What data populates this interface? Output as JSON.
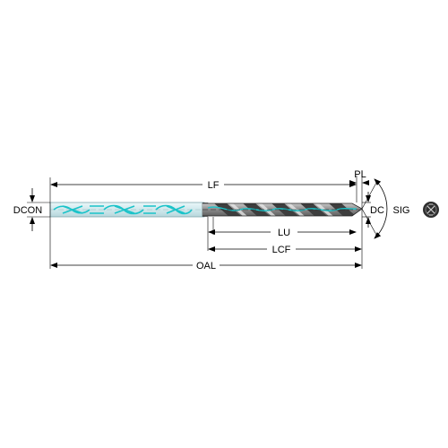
{
  "labels": {
    "lf": "LF",
    "pl": "PL",
    "dcon": "DCON",
    "dc": "DC",
    "sig": "SIG",
    "lu": "LU",
    "lcf": "LCF",
    "oal": "OAL"
  },
  "colors": {
    "line": "#000000",
    "shank": "#d7eef1",
    "shank_edge": "#9bbdc2",
    "coolant": "#1bc3c9",
    "flute_dark": "#4a4a4a",
    "flute_light": "#b4b4b4",
    "icon_bg": "#2e2e2e",
    "icon_lines": "#cfcfcf"
  },
  "icons": {
    "coolant_symbol": "coolant-through-icon"
  }
}
